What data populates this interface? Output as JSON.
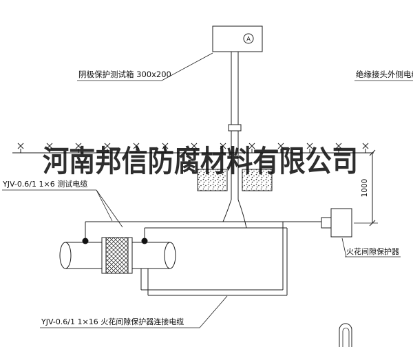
{
  "drawing": {
    "labels": {
      "test_box": "阴极保护测试箱 300x200",
      "outer_cable": "绝缘接头外侧电缆",
      "test_cable": "YJV-0.6/1 1×6  测试电缆",
      "spark_protector": "火花间隙保护器",
      "spark_cable": "YJV-0.6/1 1×16  火花间隙保护器连接电缆",
      "dimension": "1000",
      "meter_symbol": "A"
    },
    "watermark": "河南邦信防腐材料有限公司",
    "colors": {
      "line": "#1c1c1c",
      "text": "#111111",
      "watermark": "#1e1e1e",
      "background": "#ffffff"
    }
  }
}
